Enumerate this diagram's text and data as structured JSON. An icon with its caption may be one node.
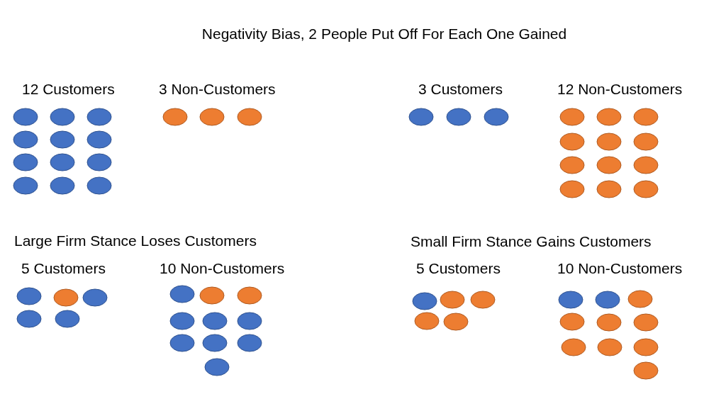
{
  "diagram": {
    "title": "Negativity Bias, 2 People Put Off For Each One Gained",
    "labels": [
      "12 Customers",
      "3 Non-Customers",
      "3 Customers",
      "12 Non-Customers",
      "Large Firm Stance Loses Customers",
      "Small Firm Stance Gains Customers",
      "5 Customers",
      "10 Non-Customers",
      "5 Customers",
      "10 Non-Customers"
    ]
  }
}
